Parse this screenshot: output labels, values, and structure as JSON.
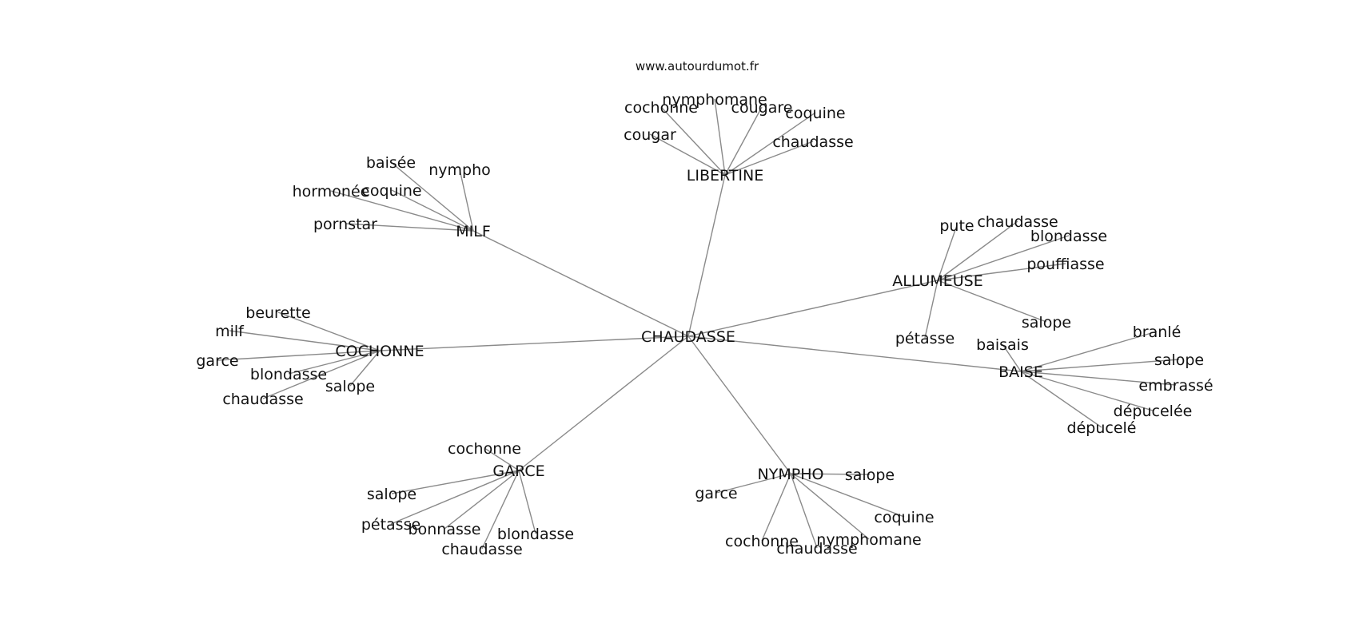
{
  "source": "www.autourdumot.fr",
  "colors": {
    "edge": "#8a8a8a",
    "text": "#111111",
    "background": "#ffffff"
  },
  "graph": {
    "center": "CHAUDASSE",
    "hubs": [
      {
        "id": "LIBERTINE",
        "children": [
          "cochonne",
          "nymphomane",
          "cougare",
          "coquine",
          "cougar",
          "chaudasse"
        ]
      },
      {
        "id": "MILF",
        "children": [
          "baisée",
          "nympho",
          "hormonée",
          "coquine",
          "pornstar"
        ]
      },
      {
        "id": "ALLUMEUSE",
        "children": [
          "pute",
          "chaudasse",
          "blondasse",
          "pouffiasse",
          "salope",
          "pétasse"
        ]
      },
      {
        "id": "COCHONNE",
        "children": [
          "beurette",
          "milf",
          "garce",
          "blondasse",
          "salope",
          "chaudasse"
        ]
      },
      {
        "id": "BAISE",
        "children": [
          "baisais",
          "branlé",
          "salope",
          "embrassé",
          "dépucelée",
          "dépucelé"
        ]
      },
      {
        "id": "GARCE",
        "children": [
          "cochonne",
          "salope",
          "pétasse",
          "bonnasse",
          "blondasse",
          "chaudasse"
        ]
      },
      {
        "id": "NYMPHO",
        "children": [
          "salope",
          "garce",
          "coquine",
          "cochonne",
          "nymphomane",
          "chaudasse"
        ]
      }
    ]
  }
}
